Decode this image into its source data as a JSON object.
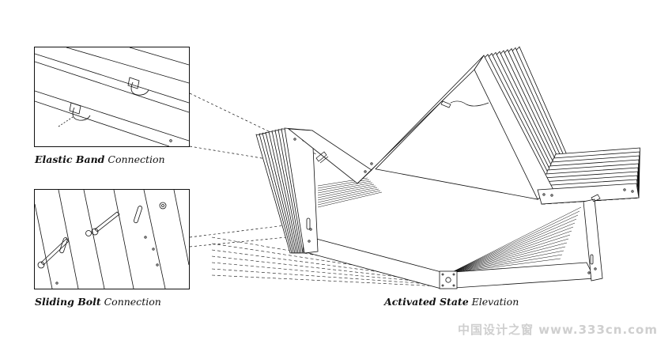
{
  "captions": {
    "elastic": {
      "bold": "Elastic Band",
      "rest": " Connection"
    },
    "sliding": {
      "bold": "Sliding Bolt",
      "rest": " Connection"
    },
    "activated": {
      "bold": "Activated State",
      "rest": " Elevation"
    }
  },
  "watermark": "中国设计之窗 www.333cn.com",
  "colors": {
    "ink": "#111111",
    "paper": "#ffffff",
    "watermark": "#cfcfcf"
  }
}
